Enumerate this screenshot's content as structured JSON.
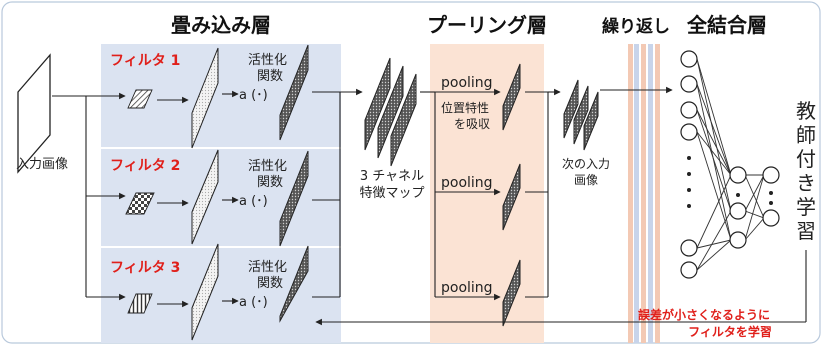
{
  "titles": {
    "conv": "畳み込み層",
    "pool": "プーリング層",
    "repeat": "繰り返し",
    "fc": "全結合層"
  },
  "input_label": "入力画像",
  "filters": [
    {
      "name": "フィルタ 1",
      "act_line1": "活性化",
      "act_line2": "関数",
      "act_func": "a (･)"
    },
    {
      "name": "フィルタ 2",
      "act_line1": "活性化",
      "act_line2": "関数",
      "act_func": "a (･)"
    },
    {
      "name": "フィルタ 3",
      "act_line1": "活性化",
      "act_line2": "関数",
      "act_func": "a (･)"
    }
  ],
  "feature_map": {
    "line1": "3 チャネル",
    "line2": "特徴マップ"
  },
  "pooling": {
    "label": "pooling",
    "note_line1": "位置特性",
    "note_line2": "を吸収"
  },
  "next_input": {
    "line1": "次の入力",
    "line2": "画像"
  },
  "supervised": "教師付き学習",
  "feedback": {
    "line1": "誤差が小さくなるように",
    "line2": "フィルタを学習"
  },
  "colors": {
    "conv_bg": "#dbe3f1",
    "pool_bg": "#fbe3d4",
    "accent_red": "#e0201b"
  }
}
